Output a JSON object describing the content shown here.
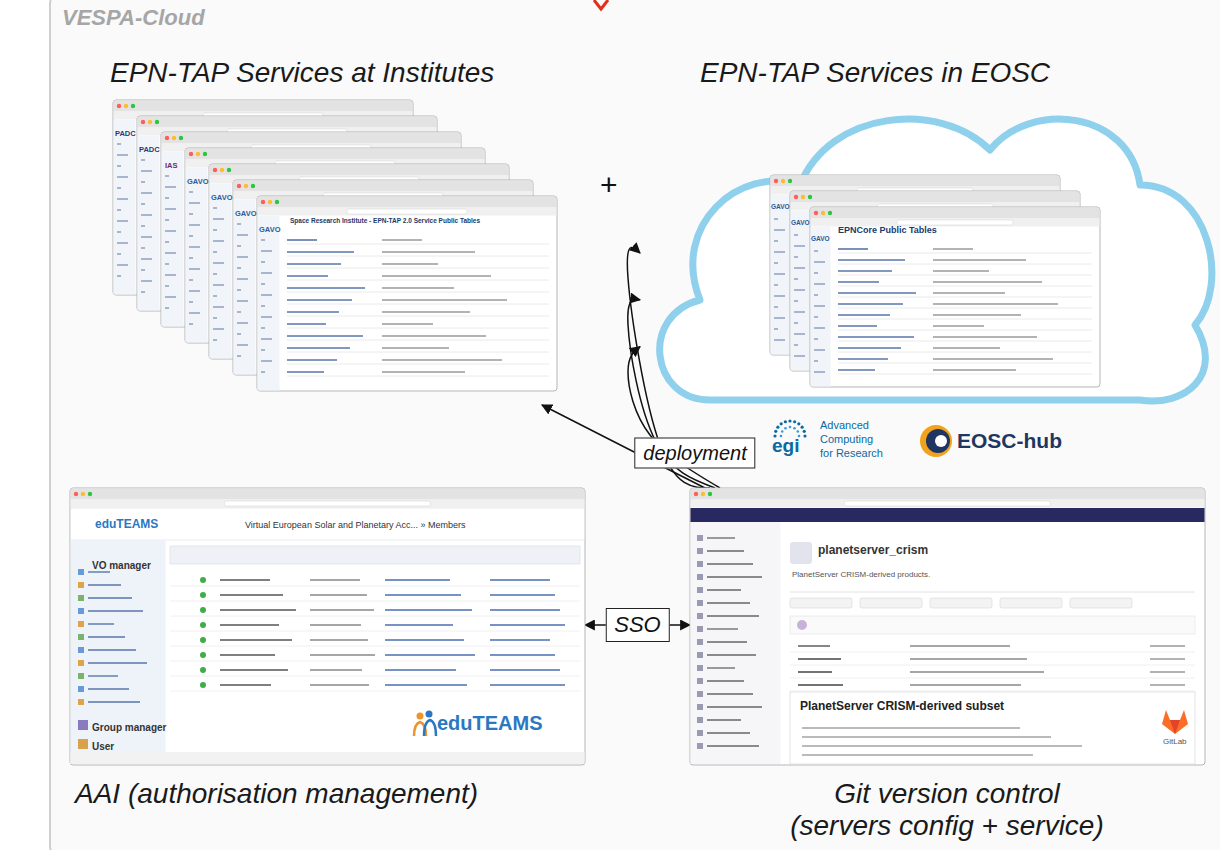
{
  "diagram": {
    "nodes": [
      {
        "text": [
          "EPN-TAP Services at Institutes"
        ]
      },
      {
        "text": [
          "EPN-TAP Services in EOSC"
        ]
      },
      {
        "text": [
          "AAI (authorisation management)"
        ]
      },
      {
        "text": [
          "Git version control (servers config + service)"
        ]
      }
    ],
    "edges": [
      {
        "from": 3,
        "to": 0,
        "arrow": "to",
        "label": "deployment"
      },
      {
        "from": 3,
        "to": 1,
        "arrow": "to"
      },
      {
        "from": 3,
        "to": 1,
        "arrow": "to"
      },
      {
        "from": 3,
        "to": 1,
        "arrow": "to"
      },
      {
        "from": 2,
        "to": 3,
        "arrow": "both",
        "label": "SSO"
      }
    ],
    "labels": [
      "VESPA-Cloud",
      "+",
      "PADC",
      "PADC",
      "IAS",
      "GAVO",
      "GAVO",
      "GAVO",
      "GAVO",
      "Space Research Institute - EPN-TAP 2.0 Service Public Tables",
      "GAVO",
      "GAVO",
      "GAVO",
      "EPNCore Public Tables",
      "Advanced",
      "Computing",
      "for Research",
      "egi",
      "EOSC-hub",
      "eduTEAMS",
      "Virtual European Solar and Planetary Acc... » Members",
      "VO manager",
      "Group manager",
      "User",
      "eduTEAMS",
      "planetserver_crism",
      "PlanetServer CRISM-derived products.",
      "PlanetServer CRISM-derived subset",
      "GitLab"
    ]
  }
}
